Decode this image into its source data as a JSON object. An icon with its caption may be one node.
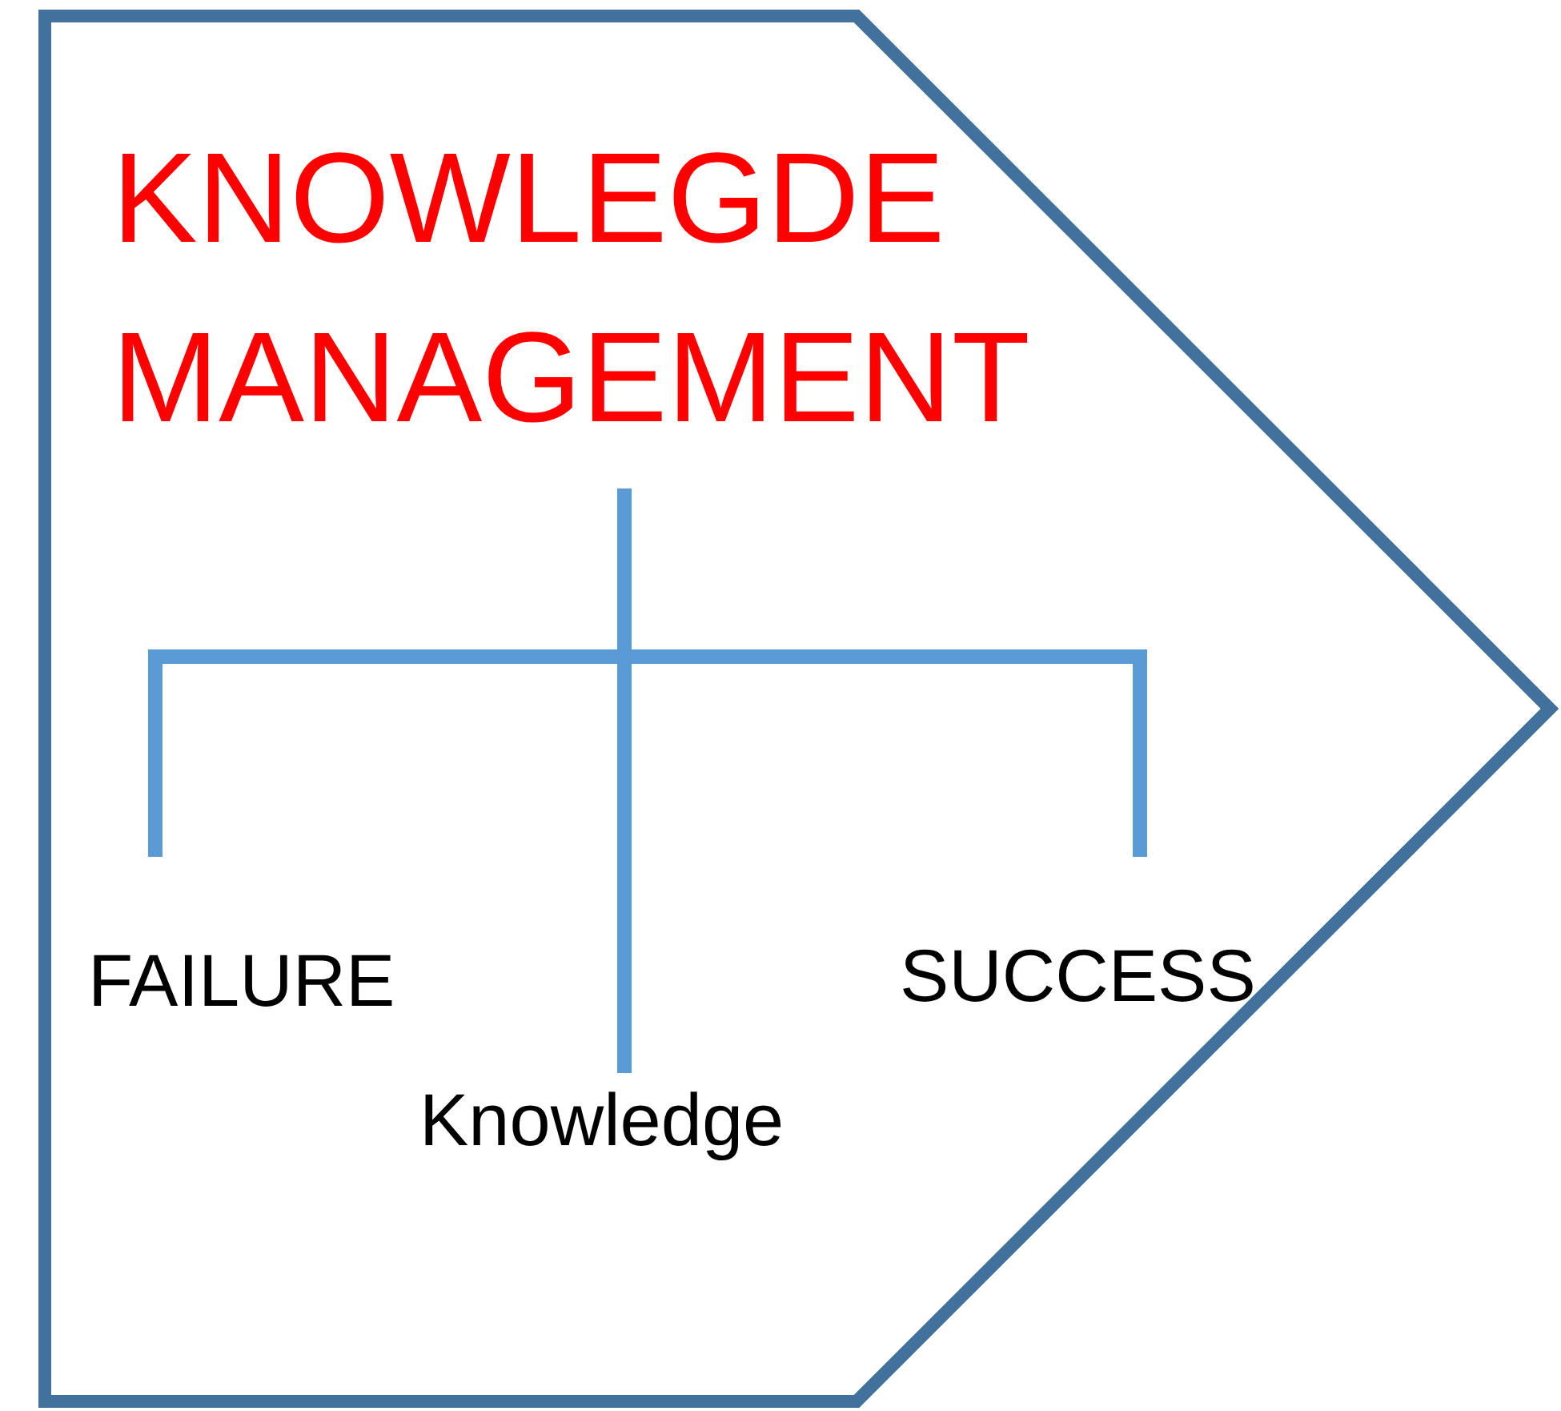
{
  "diagram": {
    "nodes": [
      {
        "text": [],
        "shape": "pentagon"
      },
      {
        "text": [
          "KNOWLEGDE MANAGEMENT"
        ],
        "in": 0
      },
      {
        "text": [
          "FAILURE"
        ],
        "in": 0
      },
      {
        "text": [
          "Knowledge"
        ],
        "in": 0
      },
      {
        "text": [
          "SUCCESS"
        ],
        "in": 0
      }
    ],
    "edges": [
      {
        "from": 1,
        "to": 2,
        "arrow": "none"
      },
      {
        "from": 1,
        "to": 3,
        "arrow": "none"
      },
      {
        "from": 1,
        "to": 4,
        "arrow": "none"
      }
    ]
  }
}
